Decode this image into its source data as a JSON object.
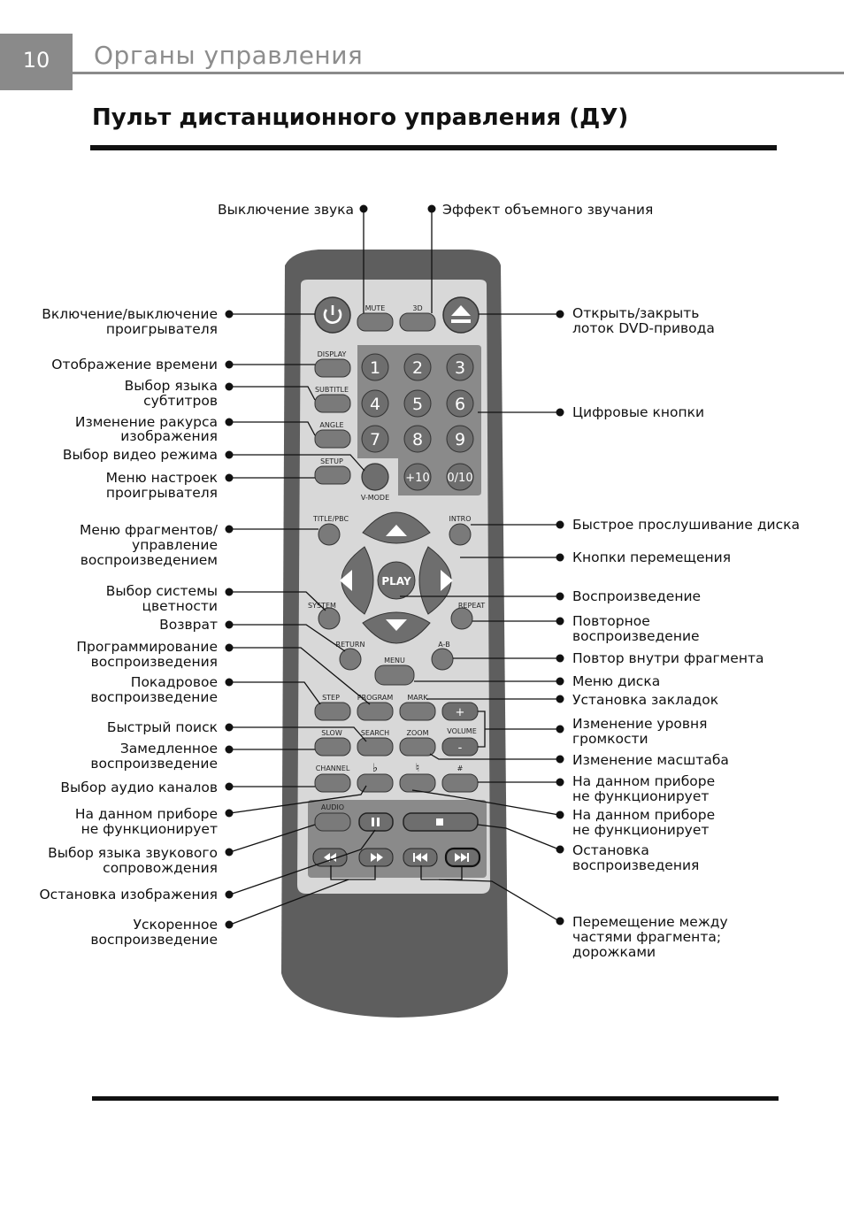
{
  "header": {
    "page_number": "10",
    "title": "Органы управления"
  },
  "section_title": "Пульт дистанционного управления (ДУ)",
  "callouts": {
    "mute": "Выключение звука",
    "surround": "Эффект объемного звучания",
    "power_1": "Включение/выключение",
    "power_2": "проигрывателя",
    "open_1": "Открыть/закрыть",
    "open_2": "лоток DVD-привода",
    "display": "Отображение времени",
    "subtitle_1": "Выбор языка",
    "subtitle_2": "субтитров",
    "digits": "Цифровые кнопки",
    "angle_1": "Изменение ракурса",
    "angle_2": "изображения",
    "vmode": "Выбор видео режима",
    "setup_1": "Меню настроек",
    "setup_2": "проигрывателя",
    "title_1": "Меню фрагментов/",
    "title_2": "управление",
    "title_3": "воспроизведением",
    "intro": "Быстрое прослушивание диска",
    "arrows": "Кнопки перемещения",
    "system_1": "Выбор системы",
    "system_2": "цветности",
    "play": "Воспроизведение",
    "return": "Возврат",
    "repeat_1": "Повторное",
    "repeat_2": "воспроизведение",
    "program_1": "Программирование",
    "program_2": "воспроизведения",
    "ab": "Повтор внутри фрагмента",
    "menu": "Меню диска",
    "step_1": "Покадровое",
    "step_2": "воспроизведение",
    "mark": "Установка закладок",
    "search": "Быстрый поиск",
    "volume_1": "Изменение уровня",
    "volume_2": "громкости",
    "slow_1": "Замедленное",
    "slow_2": "воспроизведение",
    "zoom": "Изменение масштаба",
    "channel": "Выбор аудио каналов",
    "na1_1": "На данном приборе",
    "na1_2": "не функционирует",
    "nal_1": "На данном приборе",
    "nal_2": "не функционирует",
    "na2_1": "На данном приборе",
    "na2_2": "не функционирует",
    "audio_1": "Выбор языка звукового",
    "audio_2": "сопровождения",
    "stop_1": "Остановка",
    "stop_2": "воспроизведения",
    "pause": "Остановка изображения",
    "ff_1": "Ускоренное",
    "ff_2": "воспроизведение",
    "skip_1": "Перемещение между",
    "skip_2": "частями фрагмента;",
    "skip_3": "дорожками"
  },
  "remote": {
    "mute": "MUTE",
    "3d": "3D",
    "display": "DISPLAY",
    "subtitle": "SUBTITLE",
    "angle": "ANGLE",
    "setup": "SETUP",
    "vmode": "V-MODE",
    "title": "TITLE/PBC",
    "intro": "INTRO",
    "play": "PLAY",
    "system": "SYSTEM",
    "repeat": "REPEAT",
    "return": "RETURN",
    "ab": "A-B",
    "menu": "MENU",
    "step": "STEP",
    "program": "PROGRAM",
    "mark": "MARK",
    "volume": "VOLUME",
    "plus": "+",
    "minus": "-",
    "slow": "SLOW",
    "search": "SEARCH",
    "zoom": "ZOOM",
    "channel": "CHANNEL",
    "flat": "♭",
    "natural": "♮",
    "sharp": "#",
    "audio": "AUDIO",
    "digits": [
      "1",
      "2",
      "3",
      "4",
      "5",
      "6",
      "7",
      "8",
      "9"
    ],
    "plus10": "+10",
    "zero10": "0/10"
  },
  "colors": {
    "body": "#5e5e5e",
    "face": "#d8d8d8",
    "button": "#7a7a7a",
    "panel": "#888888"
  }
}
